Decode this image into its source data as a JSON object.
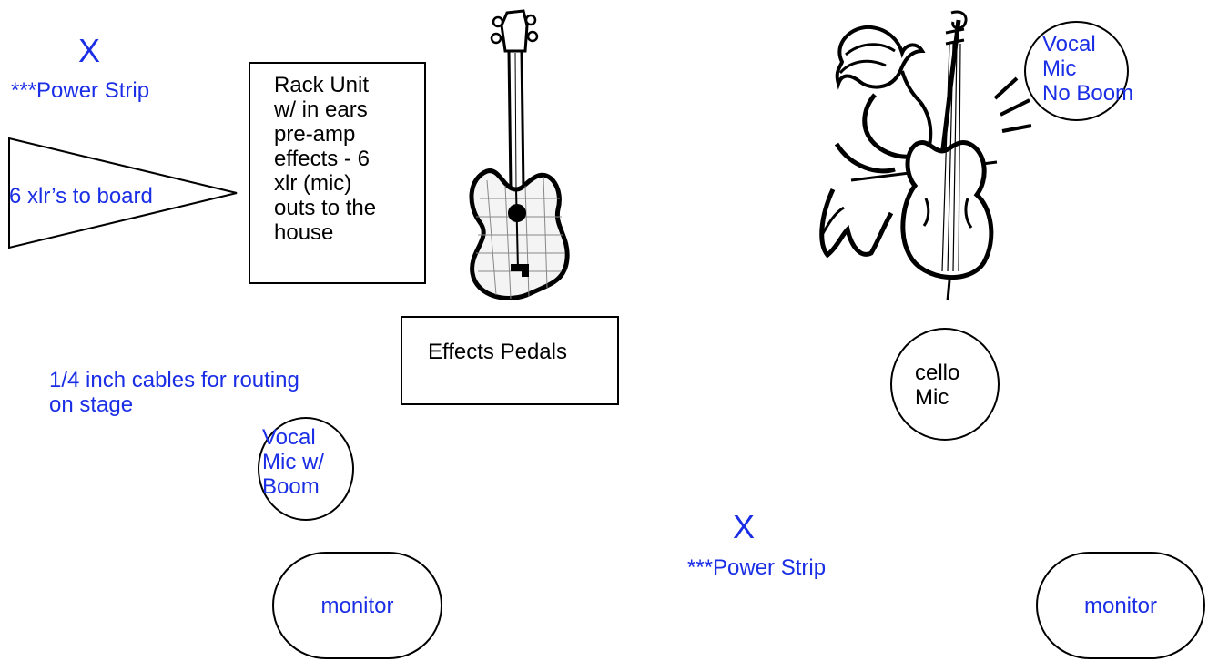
{
  "power_strip_left": {
    "mark": "X",
    "label": "***Power  Strip"
  },
  "power_strip_right": {
    "mark": "X",
    "label": "***Power  Strip"
  },
  "xlr_connector": {
    "label": "6 xlr’s to board"
  },
  "rack_unit": {
    "lines": [
      "Rack Unit",
      "w/ in ears",
      "pre-amp",
      "effects - 6",
      "xlr (mic)",
      "outs to the",
      "house"
    ]
  },
  "effects_pedals": {
    "label": "Effects Pedals"
  },
  "cable_note": {
    "lines": [
      "1/4 inch cables for routing",
      "on stage"
    ]
  },
  "vocal_mic_boom": {
    "lines": [
      "Vocal",
      "Mic w/",
      "Boom"
    ]
  },
  "vocal_mic_no_boom": {
    "lines": [
      "Vocal",
      "Mic",
      "No Boom"
    ]
  },
  "cello_mic": {
    "lines": [
      "cello",
      "Mic"
    ]
  },
  "monitor_left": {
    "label": "monitor"
  },
  "monitor_right": {
    "label": "monitor"
  },
  "colors": {
    "label_blue": "#1a2ee6",
    "outline": "#000000"
  },
  "icons": [
    "guitar-icon",
    "cellist-icon"
  ]
}
